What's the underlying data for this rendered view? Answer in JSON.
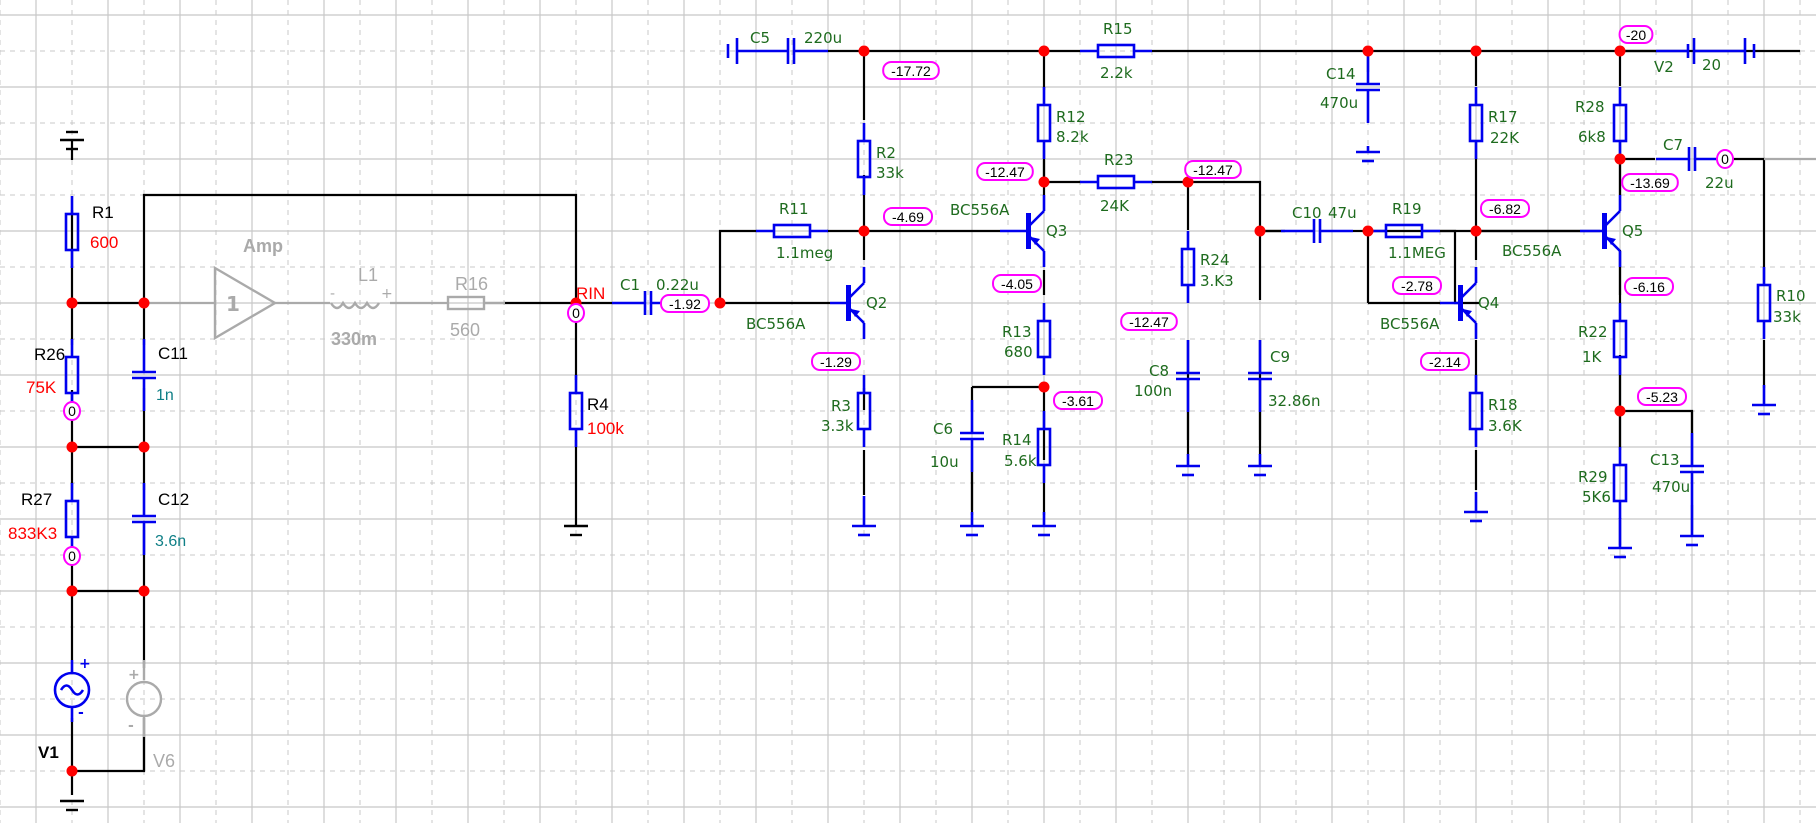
{
  "schematic": {
    "colors": {
      "wire": "#000000",
      "component": "#0000ee",
      "disabled": "#aaaaaa",
      "node": "#ff0000",
      "probe": "#ff00ff",
      "label_green": "#1e6b1e",
      "label_red": "#ff0000",
      "label_teal": "#0f7f86"
    },
    "components": {
      "R1": {
        "name": "R1",
        "value": "600"
      },
      "R26": {
        "name": "R26",
        "value": "75K"
      },
      "R27": {
        "name": "R27",
        "value": "833K3"
      },
      "C11": {
        "name": "C11",
        "value": "1n"
      },
      "C12": {
        "name": "C12",
        "value": "3.6n"
      },
      "V1": {
        "name": "V1"
      },
      "V6": {
        "name": "V6"
      },
      "Amp": {
        "name": "Amp",
        "gain": "1"
      },
      "L1": {
        "name": "L1",
        "value": "330m"
      },
      "R16": {
        "name": "R16",
        "value": "560"
      },
      "RIN": {
        "name": "RIN"
      },
      "R4": {
        "name": "R4",
        "value": "100k"
      },
      "C1": {
        "name": "C1",
        "value": "0.22u"
      },
      "R11": {
        "name": "R11",
        "value": "1.1meg"
      },
      "Q2": {
        "name": "Q2",
        "model": "BC556A"
      },
      "R2": {
        "name": "R2",
        "value": "33k"
      },
      "R3": {
        "name": "R3",
        "value": "3.3k"
      },
      "C5": {
        "name": "C5",
        "value": "220u"
      },
      "Q3": {
        "name": "Q3",
        "model": "BC556A"
      },
      "R12": {
        "name": "R12",
        "value": "8.2k"
      },
      "R13": {
        "name": "R13",
        "value": "680"
      },
      "R14": {
        "name": "R14",
        "value": "5.6k"
      },
      "C6": {
        "name": "C6",
        "value": "10u"
      },
      "R15": {
        "name": "R15",
        "value": "2.2k"
      },
      "R23": {
        "name": "R23",
        "value": "24K"
      },
      "R24": {
        "name": "R24",
        "value": "3.K3"
      },
      "C8": {
        "name": "C8",
        "value": "100n"
      },
      "C9": {
        "name": "C9",
        "value": "32.86n"
      },
      "C14": {
        "name": "C14",
        "value": "470u"
      },
      "C10": {
        "name": "C10",
        "value": "47u"
      },
      "R19": {
        "name": "R19",
        "value": "1.1MEG"
      },
      "Q4": {
        "name": "Q4",
        "model": "BC556A"
      },
      "R17": {
        "name": "R17",
        "value": "22K"
      },
      "R18": {
        "name": "R18",
        "value": "3.6K"
      },
      "Q5": {
        "name": "Q5",
        "model": "BC556A"
      },
      "R28": {
        "name": "R28",
        "value": "6k8"
      },
      "R22": {
        "name": "R22",
        "value": "1K"
      },
      "R29": {
        "name": "R29",
        "value": "5K6"
      },
      "C13": {
        "name": "C13",
        "value": "470u"
      },
      "C7": {
        "name": "C7",
        "value": "22u"
      },
      "R10": {
        "name": "R10",
        "value": "33k"
      },
      "V2": {
        "name": "V2",
        "value": "20"
      }
    },
    "probes": {
      "p_r26": "0",
      "p_r27": "0",
      "p_rin": "0",
      "p_c1": "-1.92",
      "p_q2c": "-4.69",
      "p_q2e": "-1.29",
      "p_rail": "-17.72",
      "p_q3c": "-12.47",
      "p_q3e": "-4.05",
      "p_r14": "-3.61",
      "p_r23": "-12.47",
      "p_c8": "-12.47",
      "p_q4b": "-2.78",
      "p_q4e": "-2.14",
      "p_q4c": "-6.82",
      "p_v2": "-20",
      "p_q5c": "-13.69",
      "p_q5e": "-6.16",
      "p_r29": "-5.23",
      "p_out": "0"
    }
  }
}
